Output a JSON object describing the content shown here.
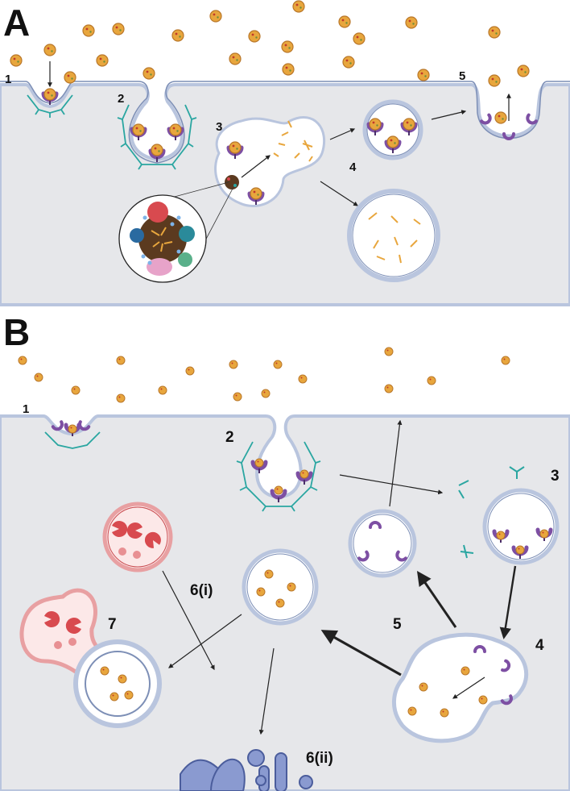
{
  "panels": {
    "a": {
      "letter": "A",
      "steps": {
        "s1": "1",
        "s2": "2",
        "s3": "3",
        "s4": "4",
        "s5": "5"
      }
    },
    "b": {
      "letter": "B",
      "steps": {
        "s1": "1",
        "s2": "2",
        "s3": "3",
        "s4": "4",
        "s5": "5",
        "s6i": "6(i)",
        "s6ii": "6(ii)",
        "s7": "7"
      }
    }
  },
  "colors": {
    "background": "#e6e7ea",
    "membrane": "#b9c5de",
    "membrane_stroke": "#7d8fb6",
    "particle": "#e8a63d",
    "particle_stroke": "#b9772a",
    "receptor": "#7d4fa3",
    "clathrin": "#2aa6a1",
    "lysosome": "#e8a0a2",
    "lysosome_stroke": "#c94a4f",
    "golgi": "#8a9ad0"
  }
}
